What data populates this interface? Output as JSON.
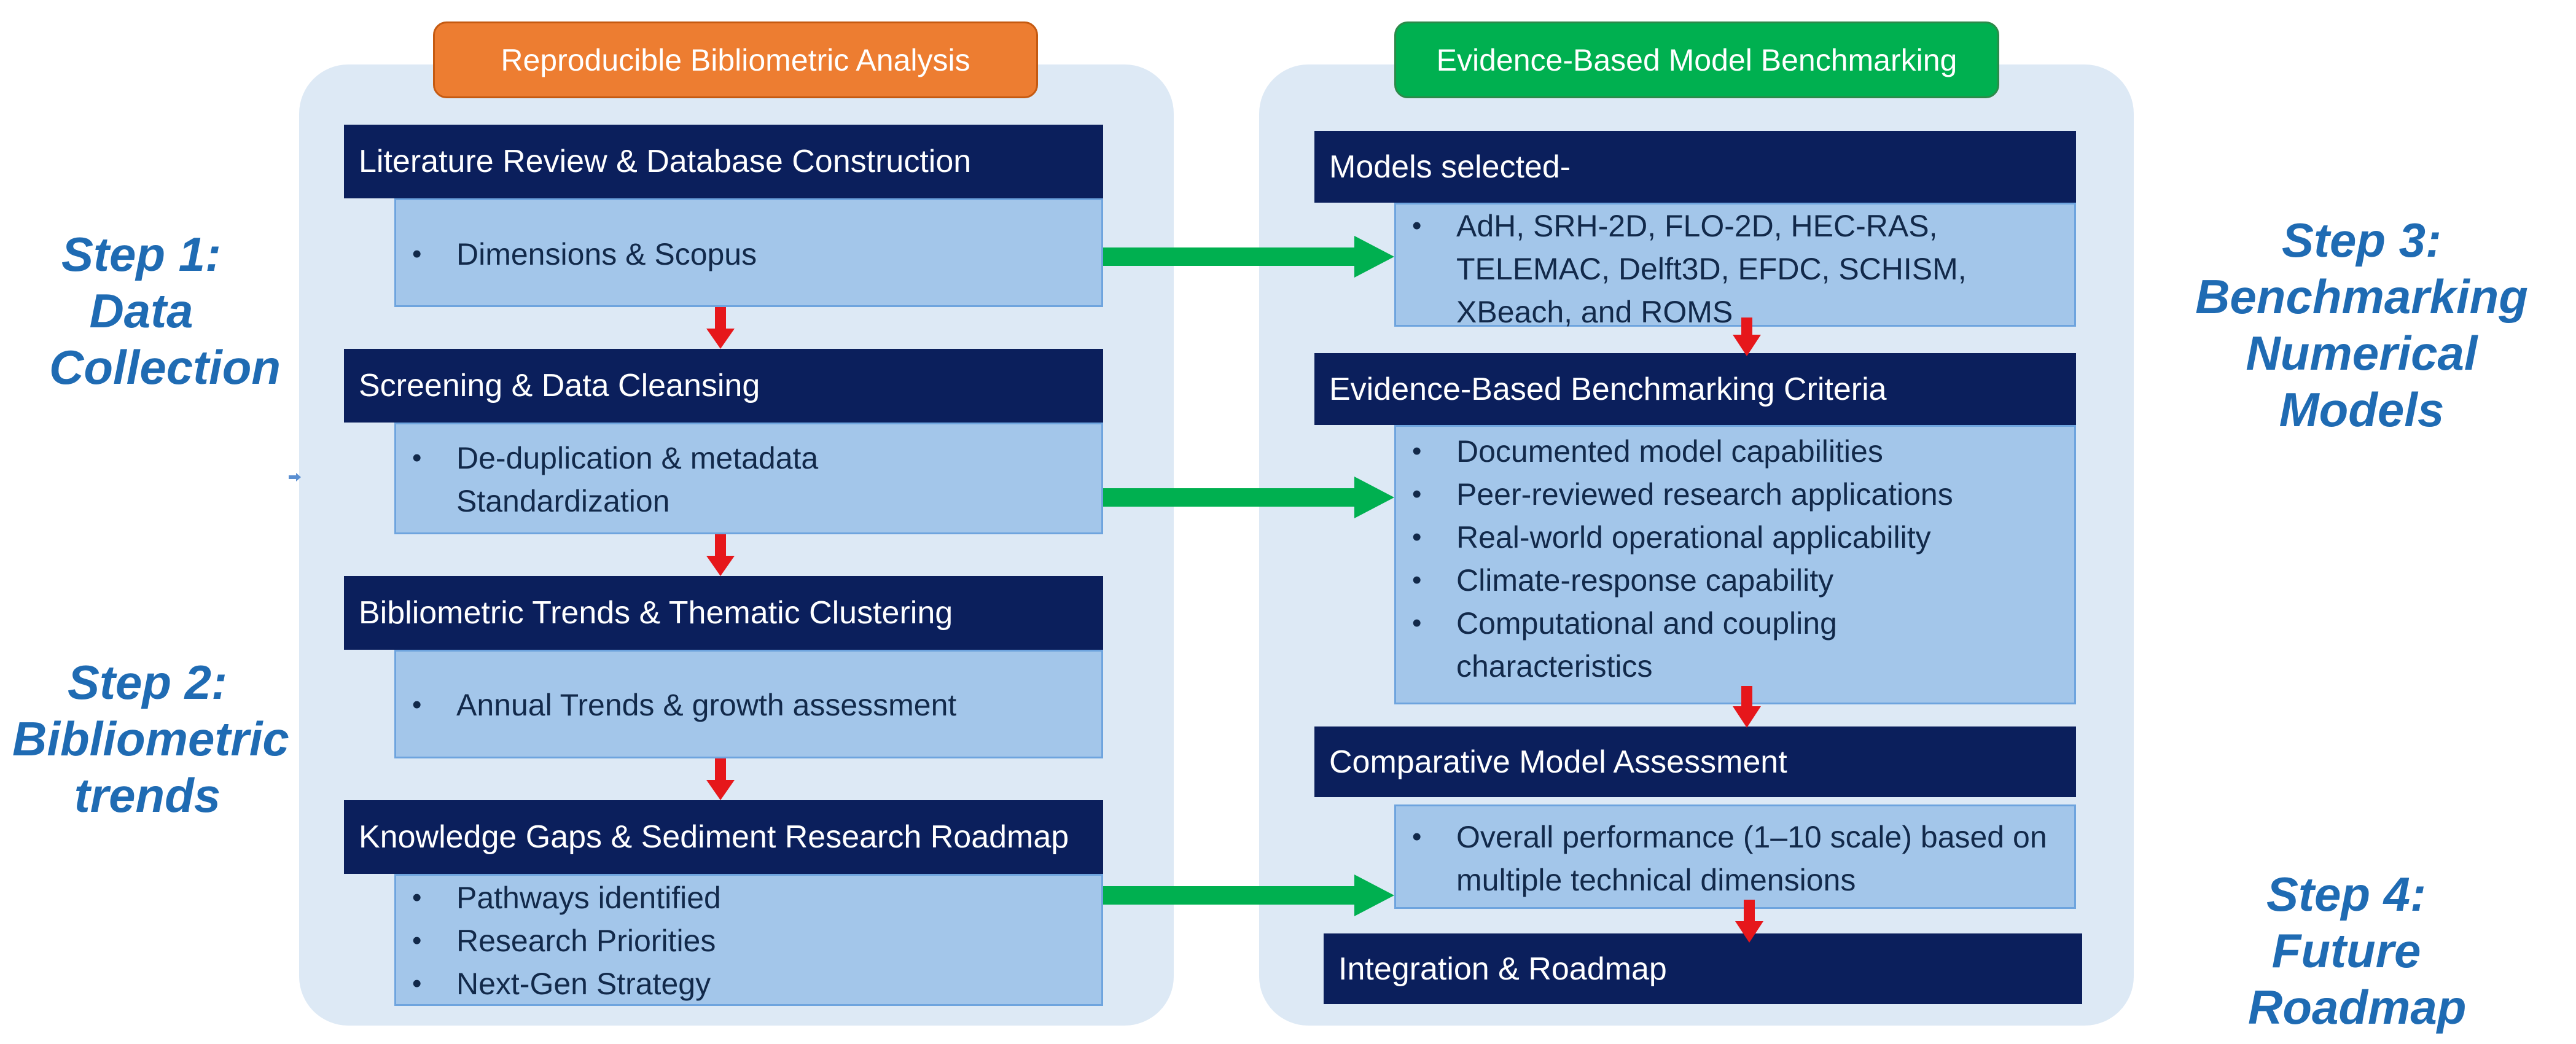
{
  "left_column": {
    "title": "Reproducible Bibliometric Analysis",
    "sections": [
      {
        "heading": "Literature Review & Database Construction",
        "items": [
          "Dimensions & Scopus"
        ]
      },
      {
        "heading": "Screening & Data Cleansing",
        "items": [
          "De-duplication & metadata Standardization"
        ]
      },
      {
        "heading": "Bibliometric Trends & Thematic Clustering",
        "items": [
          "Annual Trends & growth assessment"
        ]
      },
      {
        "heading": "Knowledge Gaps & Sediment Research Roadmap",
        "items": [
          "Pathways identified",
          "Research Priorities",
          "Next-Gen Strategy"
        ]
      }
    ]
  },
  "right_column": {
    "title": "Evidence-Based Model Benchmarking",
    "sections": [
      {
        "heading": "Models selected-",
        "items": [
          "AdH, SRH-2D, FLO-2D, HEC-RAS, TELEMAC, Delft3D, EFDC, SCHISM, XBeach, and ROMS"
        ]
      },
      {
        "heading": "Evidence-Based Benchmarking Criteria",
        "items": [
          "Documented model capabilities",
          "Peer-reviewed research applications",
          "Real-world operational applicability",
          "Climate-response capability",
          "Computational and coupling characteristics"
        ]
      },
      {
        "heading": "Comparative Model Assessment",
        "items": [
          "Overall performance (1–10 scale) based on multiple technical dimensions"
        ]
      },
      {
        "heading": "Integration & Roadmap",
        "items": []
      }
    ]
  },
  "steps": {
    "step1": {
      "title": "Step 1:",
      "text": "Data Collection"
    },
    "step2": {
      "title": "Step 2:",
      "text": "Bibliometric trends"
    },
    "step3": {
      "title": "Step 3:",
      "text": "Benchmarking Numerical Models"
    },
    "step4": {
      "title": "Step 4:",
      "text": "Future Roadmap"
    }
  },
  "colors": {
    "panel_bg": "#dde9f5",
    "header_bg": "#0b1f5c",
    "body_bg": "#a3c6ea",
    "left_title_bg": "#ed7d31",
    "right_title_bg": "#00b050",
    "flow_arrow": "#e6171b",
    "link_arrow": "#00b050",
    "step_text": "#1f6bb3"
  }
}
